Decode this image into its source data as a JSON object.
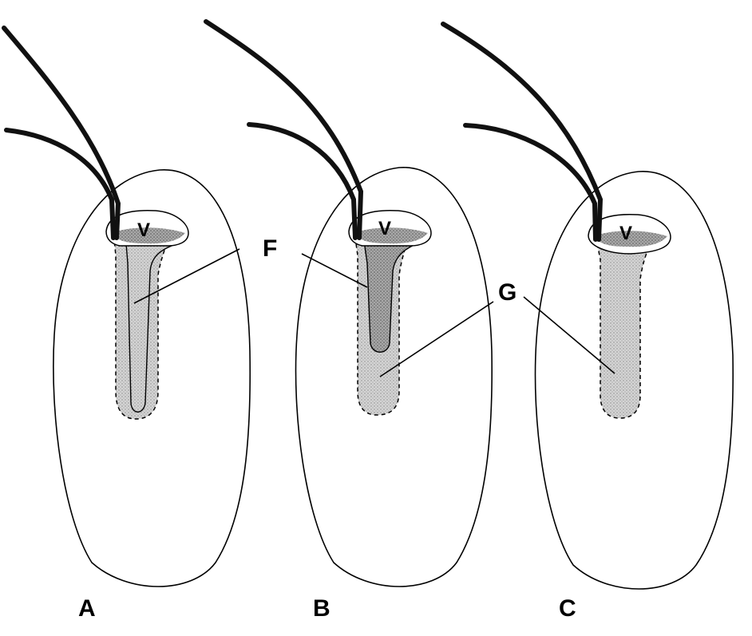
{
  "labels": {
    "panel_a": "A",
    "panel_b": "B",
    "panel_c": "C",
    "f": "F",
    "g": "G",
    "v": "V"
  },
  "colors": {
    "outline": "#000000",
    "wire": "#111111",
    "shade": "#c9c9c9",
    "dark_shade": "#6e6e6e",
    "background": "#ffffff"
  },
  "icons": [
    "probe-wire",
    "pipette-tip",
    "cell-outline"
  ]
}
